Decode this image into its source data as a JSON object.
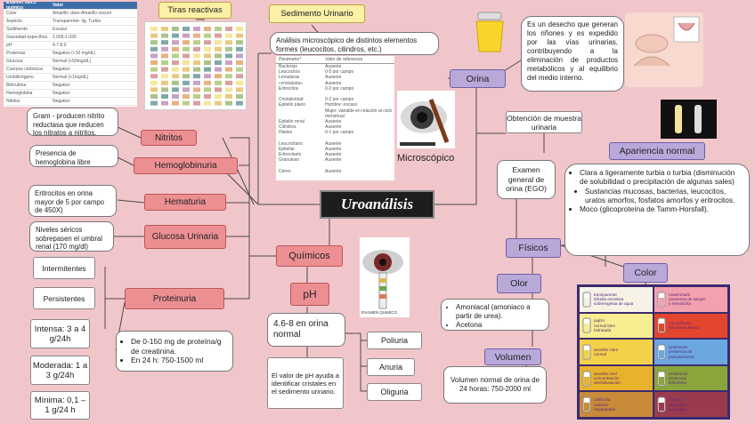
{
  "center": {
    "title": "Uroanálisis"
  },
  "top_labels": {
    "strips": "Tiras reactivas",
    "sediment": "Sedimento Urinario"
  },
  "sediment_desc": "Análisis microscópico de distintos elementos formes (leucocitos, cilindros, etc.)",
  "microscopic_label": "Microscópico",
  "orina": {
    "label": "Orina",
    "desc": "Es un desecho que generan los riñones y es expedido por las vías urinarias, contribuyendo a la eliminación de productos metabólicos y al equilibrio del medio interno.",
    "obtencion": "Obtención de muestra urinaria",
    "ego": "Examen general de orina (EGO)"
  },
  "fisicos": {
    "label": "Físicos",
    "apariencia_label": "Apariencia normal",
    "apariencia_items": [
      "Clara a ligeramente turbia o turbia (disminución de solubilidad o precipitación de algunas sales)",
      "Sustancias mucosas, bacterias, leucocitos, uratos amorfos, fosfatos amorfos y eritrocitos.",
      "Moco (glicoproteína de Tamm-Horsfall)."
    ],
    "olor_label": "Olor",
    "olor_items": [
      "Amoniacal (amoniaco a partir de urea).",
      "Acetona"
    ],
    "volumen_label": "Volumen",
    "volumen_desc": "Volumen normal de orina de 24 horas: 750-2000 ml",
    "color_label": "Color"
  },
  "quimicos": {
    "label": "Químicos",
    "nitritos": {
      "label": "Nitritos",
      "desc": "Gram - producen nitrito reductasa que reducen los nitratos a nitritos."
    },
    "hemoglobinuria": {
      "label": "Hemoglobinuria",
      "desc": "Presencia de hemoglobina libre"
    },
    "hematuria": {
      "label": "Hematuria",
      "desc": "Eritrocitos en orina mayor de 5 por campo de 450X)"
    },
    "glucosa": {
      "label": "Glucosa Urinaria",
      "desc": "Niveles séricos sobrepasen el umbral renal (170 mg/dl)"
    },
    "proteinuria": {
      "label": "Proteinuria",
      "types": [
        "Intermitentes",
        "Persistentes"
      ],
      "levels": [
        "Intensa: 3 a 4 g/24h",
        "Moderada: 1 a 3 g/24h",
        "Mínima: 0,1 – 1 g/24 h"
      ],
      "normal": [
        "De 0-150 mg de proteína/g de creatinina.",
        "En 24 h: 750-1500 ml"
      ]
    },
    "ph": {
      "label": "pH",
      "range": "4.6-8 en orina normal",
      "desc": "El valor de pH ayuda a identificar cristales en el sedimento urinario.",
      "states": [
        "Poliuria",
        "Anuria",
        "Oliguria"
      ]
    }
  },
  "physical_table": {
    "header": [
      "Examen físico químico",
      "Valor"
    ],
    "rows": [
      [
        "Color",
        "Amarillo claro-Amarillo oscuro"
      ],
      [
        "Aspecto",
        "Transparente- lig. Turbio"
      ],
      [
        "Sedimento",
        "Escaso"
      ],
      [
        "Gravedad específica",
        "1.005-1.030"
      ],
      [
        "pH",
        "4.7-8.0"
      ],
      [
        "Proteínas",
        "Negativo (<10 mg/dL)"
      ],
      [
        "Glucosa",
        "Normal (<50mg/dL)"
      ],
      [
        "Cuerpos cetónicos",
        "Negativo"
      ],
      [
        "Urobilinógeno",
        "Normal (<1mg/dL)"
      ],
      [
        "Bilirrubina",
        "Negativo"
      ],
      [
        "Hemoglobina",
        "Negativo"
      ],
      [
        "Nitritos",
        "Negativo"
      ]
    ]
  },
  "sediment_table": {
    "header": [
      "Parámetro*",
      "Valor de referencia"
    ],
    "rows": [
      [
        "Bacterias",
        "Ausente"
      ],
      [
        "Leucocitos",
        "0-5 por campo"
      ],
      [
        "Levaduras",
        "Ausente"
      ],
      [
        "«cristaluria»",
        "Ausente"
      ],
      [
        "Eritrocitos",
        "0-2 por campo"
      ],
      [
        "",
        ""
      ],
      [
        "Cristalinidad",
        "0-2 por campo"
      ],
      [
        "Epitelio plano",
        "Hombre: escaso"
      ],
      [
        "",
        "Mujer: variable en relación al ciclo"
      ],
      [
        "",
        "menstrual"
      ],
      [
        "Epitelio renal",
        "Ausente"
      ],
      [
        "Cilindros",
        "Ausente"
      ],
      [
        "Hialino",
        "0-1 por campo"
      ],
      [
        "",
        ""
      ],
      [
        "Leucocitario",
        "Ausente"
      ],
      [
        "Epitelial",
        "Ausente"
      ],
      [
        "Eritrocitario",
        "Ausente"
      ],
      [
        "Granuloso",
        "Ausente"
      ],
      [
        "",
        ""
      ],
      [
        "Céreo",
        "Ausente"
      ]
    ]
  },
  "exam_caption": "EXAMEN QUIMICO",
  "color_chart": [
    {
      "swatch": "#f6f2e6",
      "text": "transparente\nDiluida excesiva\nsobreingesta de agua"
    },
    {
      "swatch": "#f3a0b0",
      "text": "rosa/rosado\npresencia de sangre\ny remolacha"
    },
    {
      "swatch": "#f6ee90",
      "text": "pajizo\nnormal bien\nhidratada"
    },
    {
      "swatch": "#e2462e",
      "text": "rojo brillante\nhematuria franca"
    },
    {
      "swatch": "#f3d24a",
      "text": "amarillo claro\nnormal"
    },
    {
      "swatch": "#6ba7e0",
      "text": "azul/verde\npresencia de\npseudomonas"
    },
    {
      "swatch": "#e8b22c",
      "text": "amarillo miel\nconcentración\ndeshidratación"
    },
    {
      "swatch": "#8aa53c",
      "text": "verde/azul\npresencia\nbilirrubina"
    },
    {
      "swatch": "#c98a3a",
      "text": "café/cola\ncolurica\nhepatopatía"
    },
    {
      "swatch": "#9b3a4e",
      "text": "marrón\npresencia\nde sangre"
    }
  ],
  "colors": {
    "background": "#f1c6cb",
    "red_node": "#ec8f93",
    "violet_node": "#b8a9d9",
    "yellow_node": "#fbf0a6",
    "center": "#1d1d1d"
  }
}
